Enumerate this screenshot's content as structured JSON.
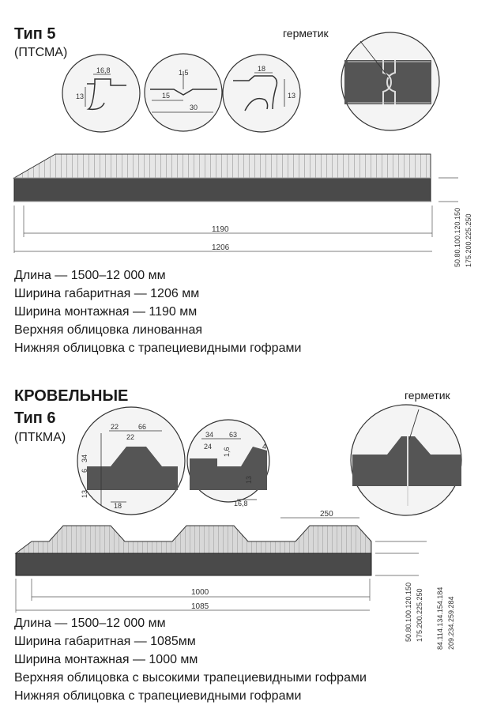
{
  "panel5": {
    "title": "Тип 5",
    "code": "(ПТСМА)",
    "sealant_label": "герметик",
    "detail1": {
      "dim_top": "16,8",
      "dim_side": "13"
    },
    "detail2": {
      "dim_top": "1,5",
      "dim_left": "15",
      "dim_bottom": "30"
    },
    "detail3": {
      "dim_top": "18",
      "dim_side": "13"
    },
    "width_mount": "1190",
    "width_total": "1206",
    "thickness_1": "50.80.100.120.150",
    "thickness_2": "175.200.225.250",
    "specs": [
      "Длина — 1500–12 000 мм",
      "Ширина габаритная — 1206 мм",
      "Ширина монтажная — 1190 мм",
      "Верхняя облицовка линованная",
      "Нижняя облицовка с трапециевидными гофрами"
    ]
  },
  "panel6": {
    "category": "КРОВЕЛЬНЫЕ",
    "title": "Тип 6",
    "code": "(ПТКМА)",
    "sealant_label": "герметик",
    "detail1": {
      "dim_a": "22",
      "dim_b": "66",
      "dim_c": "22",
      "dim_d": "34",
      "dim_e": "6",
      "dim_f": "13",
      "dim_g": "18"
    },
    "detail2": {
      "dim_a": "34",
      "dim_b": "63",
      "dim_c": "24",
      "dim_d": "1,6",
      "dim_e": "4",
      "dim_f": "13",
      "dim_g": "16,8"
    },
    "rib_step": "250",
    "width_mount": "1000",
    "width_total": "1085",
    "thickness_1": "50.80.100.120.150",
    "thickness_2": "175.200.225.250",
    "height_1": "84.114.134.154.184",
    "height_2": "209.234.259.284",
    "specs": [
      "Длина — 1500–12 000 мм",
      "Ширина габаритная  — 1085мм",
      "Ширина монтажная — 1000 мм",
      "Верхняя облицовка с высокими трапециевидными гофрами",
      "Нижняя облицовка с трапециевидными гофрами"
    ]
  },
  "colors": {
    "core": "#4a4a4a",
    "line": "#333333",
    "circle_fill": "#f2f2f2"
  }
}
